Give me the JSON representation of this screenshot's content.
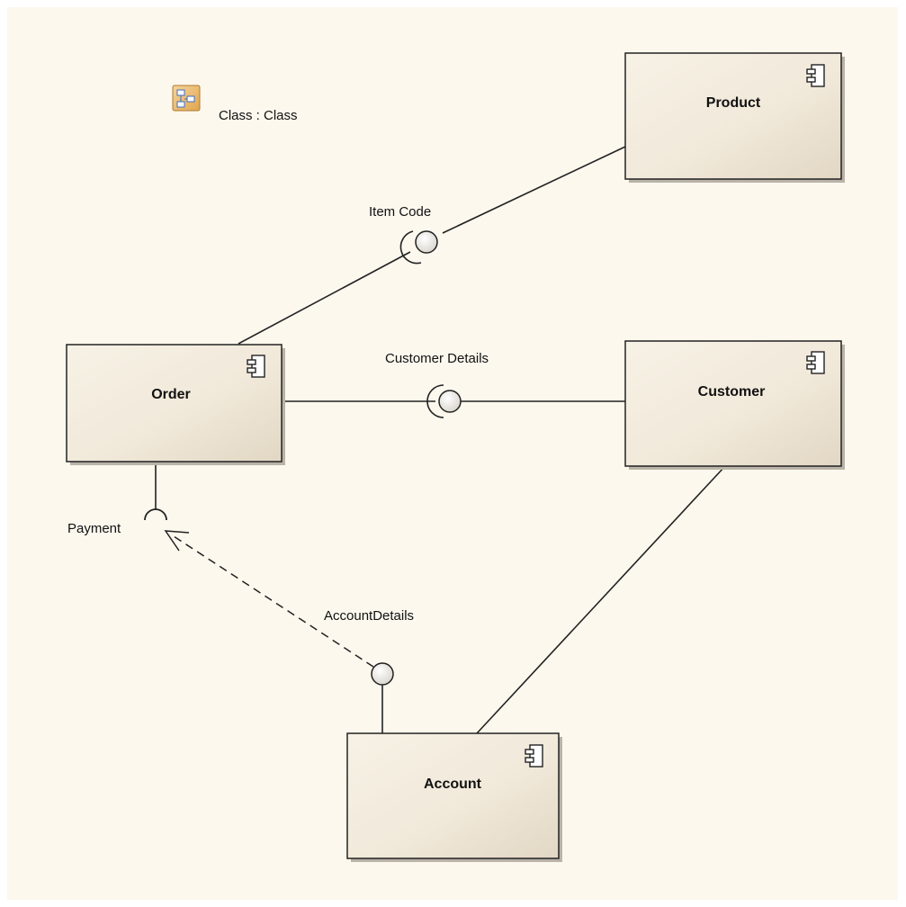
{
  "diagram": {
    "header_label": "Class : Class",
    "header_icon": "class-diagram-icon",
    "components": [
      {
        "id": "product",
        "name": "Product"
      },
      {
        "id": "order",
        "name": "Order"
      },
      {
        "id": "customer",
        "name": "Customer"
      },
      {
        "id": "account",
        "name": "Account"
      }
    ],
    "interfaces": {
      "item_code": "Item Code",
      "customer_details": "Customer Details",
      "payment": "Payment",
      "account_details": "AccountDetails"
    },
    "colors": {
      "canvas": "#fdf8ee",
      "component_fill_light": "#f6f0e3",
      "component_fill_dark": "#e6dccb",
      "stroke": "#222222",
      "shadow": "#b9b3a8"
    }
  }
}
